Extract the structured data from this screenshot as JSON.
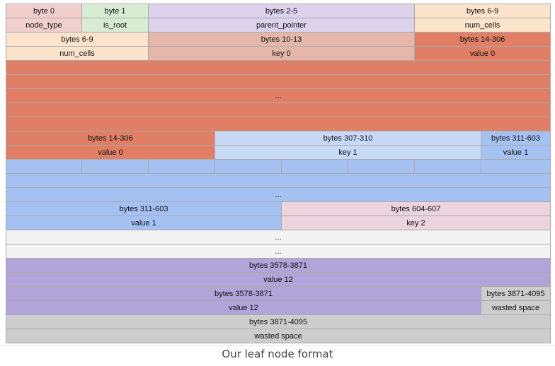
{
  "colors": {
    "node_type": "#f2cfcf",
    "is_root": "#d8ecd3",
    "parent_pointer": "#dcd2ec",
    "num_cells": "#fce4cc",
    "key0": "#e4b7aa",
    "value0": "#e07f66",
    "key1": "#c8d9f7",
    "value1": "#a5c1f2",
    "key2": "#ecd4de",
    "empty": "#f3f3f3",
    "value12": "#b1a4d9",
    "wasted": "#cdcdcd"
  },
  "diagram": {
    "row1": {
      "byte0": "byte 0",
      "byte1": "byte 1",
      "bytes2_5": "bytes 2-5",
      "bytes6_9": "bytes 6-9"
    },
    "row2": {
      "node_type": "node_type",
      "is_root": "is_root",
      "parent_pointer": "parent_pointer",
      "num_cells": "num_cells"
    },
    "row3": {
      "bytes6_9": "bytes 6-9",
      "bytes10_13": "bytes 10-13",
      "bytes14_306": "bytes 14-306"
    },
    "row4": {
      "num_cells": "num_cells",
      "key0": "key 0",
      "value0": "value 0"
    },
    "row7": {
      "ellipsis": "..."
    },
    "row10": {
      "bytes14_306": "bytes 14-306",
      "bytes307_310": "bytes 307-310",
      "bytes311_603": "bytes 311-603"
    },
    "row11": {
      "value0": "value 0",
      "key1": "key 1",
      "value1": "value 1"
    },
    "row14": {
      "ellipsis": "..."
    },
    "row15": {
      "bytes311_603": "bytes 311-603",
      "bytes604_607": "bytes 604-607"
    },
    "row16": {
      "value1": "value 1",
      "key2": "key 2"
    },
    "row17": {
      "ellipsis": "..."
    },
    "row18": {
      "ellipsis": "..."
    },
    "row19": {
      "bytes3578_3871": "bytes 3578-3871"
    },
    "row20": {
      "value12": "value 12"
    },
    "row21": {
      "bytes3578_3871": "bytes 3578-3871",
      "bytes3871_4095": "bytes 3871-4095"
    },
    "row22": {
      "value12": "value 12",
      "wasted": "wasted space"
    },
    "row23": {
      "bytes3871_4095": "bytes 3871-4095"
    },
    "row24": {
      "wasted": "wasted space"
    }
  },
  "caption": "Our leaf node format"
}
